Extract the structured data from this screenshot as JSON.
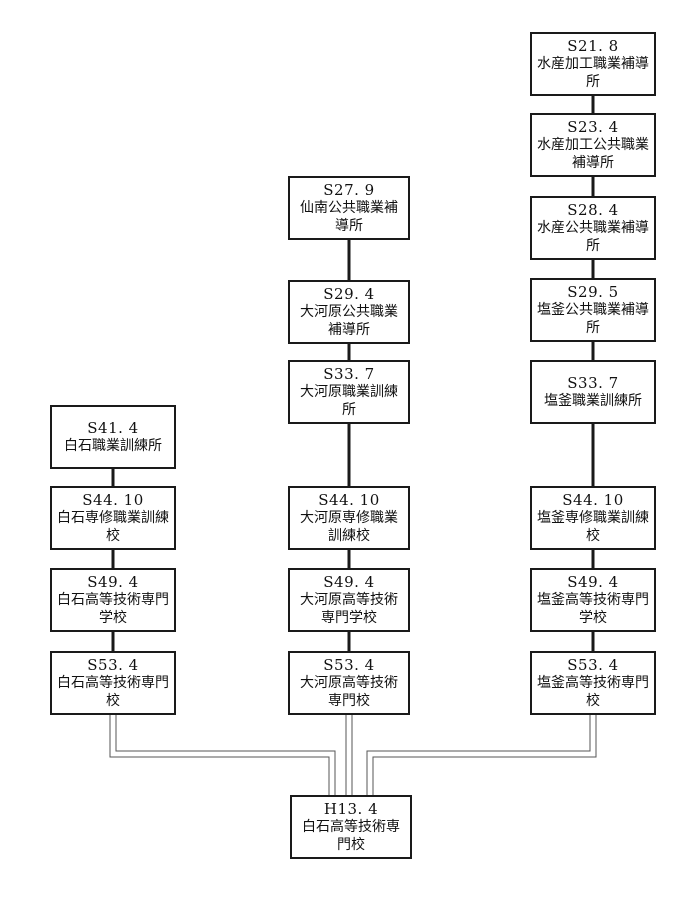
{
  "columns": [
    {
      "nodes": [
        {
          "date": "S41. 4",
          "name": "白石職業訓練所"
        },
        {
          "date": "S44. 10",
          "name": "白石専修職業訓練校"
        },
        {
          "date": "S49. 4",
          "name": "白石高等技術専門学校"
        },
        {
          "date": "S53. 4",
          "name": "白石高等技術専門校"
        }
      ]
    },
    {
      "nodes": [
        {
          "date": "S27. 9",
          "name": "仙南公共職業補導所"
        },
        {
          "date": "S29. 4",
          "name": "大河原公共職業補導所"
        },
        {
          "date": "S33. 7",
          "name": "大河原職業訓練所"
        },
        {
          "date": "S44. 10",
          "name": "大河原専修職業訓練校"
        },
        {
          "date": "S49. 4",
          "name": "大河原高等技術専門学校"
        },
        {
          "date": "S53. 4",
          "name": "大河原高等技術専門校"
        }
      ]
    },
    {
      "nodes": [
        {
          "date": "S21. 8",
          "name": "水産加工職業補導所"
        },
        {
          "date": "S23. 4",
          "name": "水産加工公共職業補導所"
        },
        {
          "date": "S28. 4",
          "name": "水産公共職業補導所"
        },
        {
          "date": "S29. 5",
          "name": "塩釜公共職業補導所"
        },
        {
          "date": "S33. 7",
          "name": "塩釜職業訓練所"
        },
        {
          "date": "S44. 10",
          "name": "塩釜専修職業訓練校"
        },
        {
          "date": "S49. 4",
          "name": "塩釜高等技術専門学校"
        },
        {
          "date": "S53. 4",
          "name": "塩釜高等技術専門校"
        }
      ]
    }
  ],
  "merged": {
    "date": "H13. 4",
    "name": "白石高等技術専門校"
  }
}
